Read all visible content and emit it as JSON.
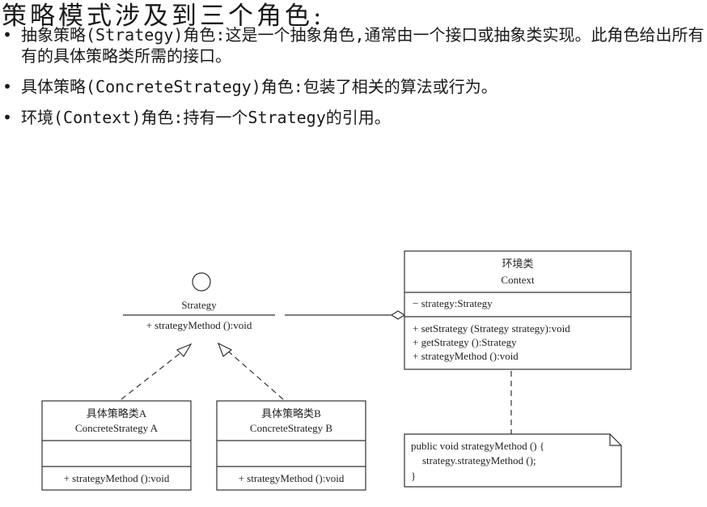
{
  "heading": "策略模式涉及到三个角色:",
  "roles": [
    {
      "line1": "抽象策略(Strategy)角色:这是一个抽象角色,通常由一个接口或抽象类实现。此角色给出所有",
      "line2": "有的具体策略类所需的接口。"
    },
    {
      "line1": "具体策略(ConcreteStrategy)角色:包装了相关的算法或行为。"
    },
    {
      "line1": "环境(Context)角色:持有一个Strategy的引用。"
    }
  ],
  "diagram": {
    "strategy": {
      "name": "Strategy",
      "method": "+ strategyMethod ():void"
    },
    "concrete_a": {
      "name_cn": "具体策略类A",
      "name_en": "ConcreteStrategy  A",
      "method": "+ strategyMethod ():void"
    },
    "concrete_b": {
      "name_cn": "具体策略类B",
      "name_en": "ConcreteStrategy  B",
      "method": "+ strategyMethod ():void"
    },
    "context": {
      "name_cn": "环境类",
      "name_en": "Context",
      "attribute": "− strategy:Strategy",
      "methods": [
        "+ setStrategy (Strategy strategy):void",
        "+ getStrategy ():Strategy",
        "+ strategyMethod ():void"
      ]
    },
    "note": [
      "public void strategyMethod () {",
      "strategy.strategyMethod ();",
      "}"
    ]
  }
}
